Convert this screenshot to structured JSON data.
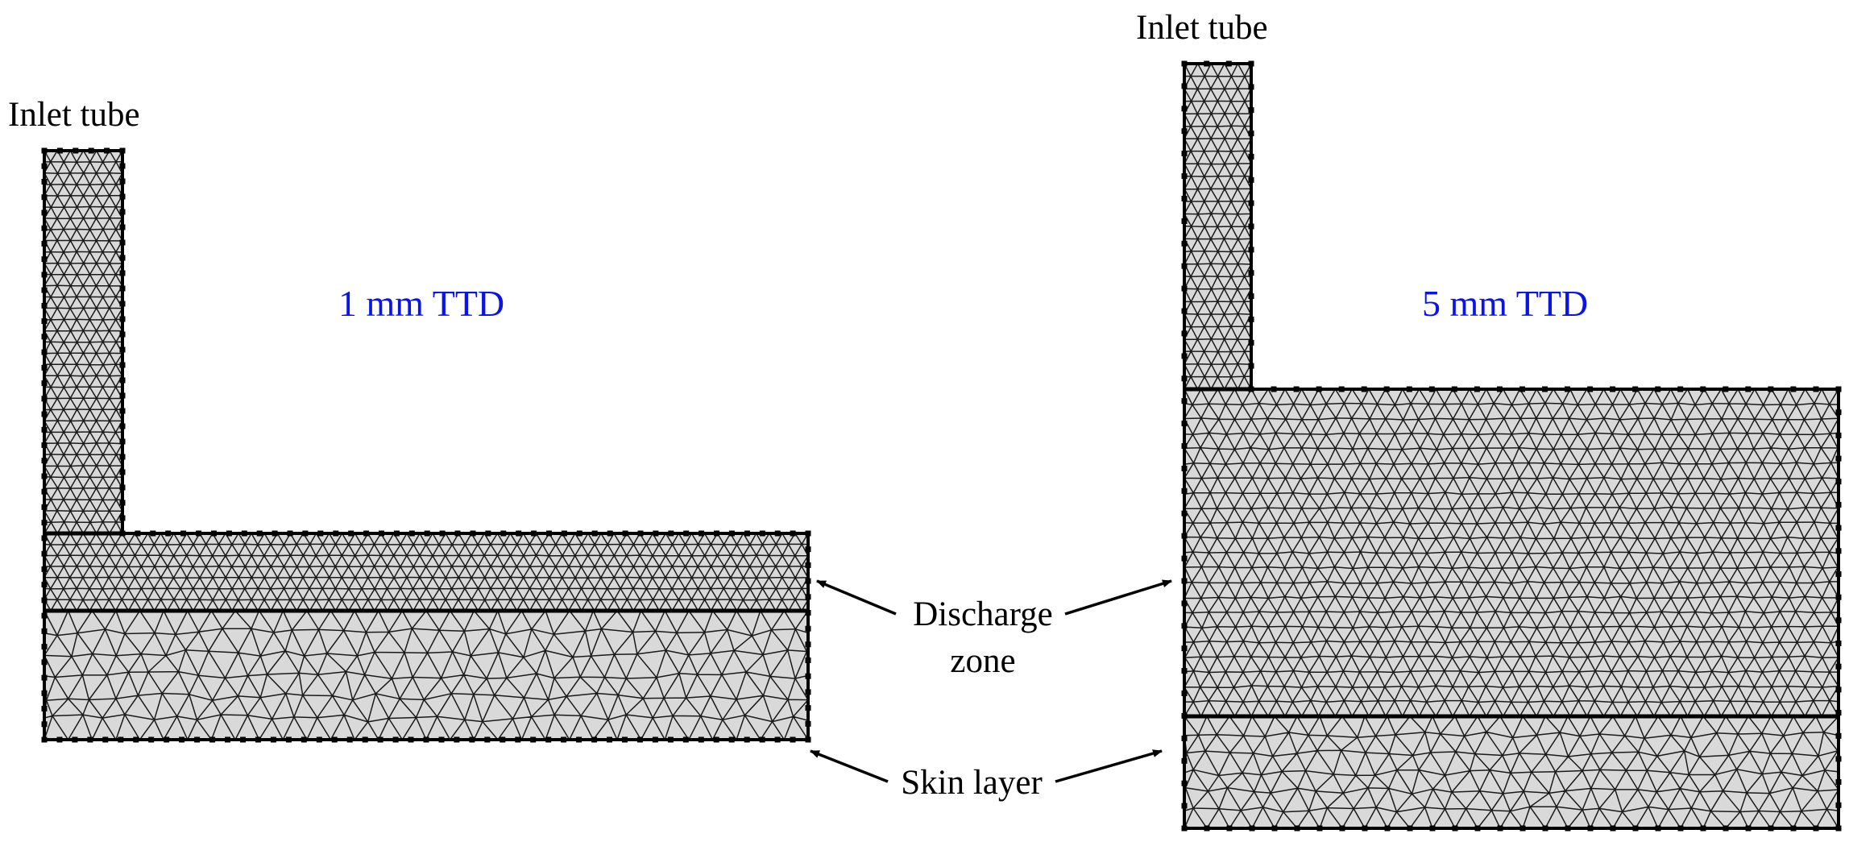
{
  "labels": {
    "inlet_left": "Inlet tube",
    "inlet_right": "Inlet tube",
    "ttd_left": "1 mm TTD",
    "ttd_right": "5 mm TTD",
    "discharge_line1": "Discharge",
    "discharge_line2": "zone",
    "skin_layer": "Skin layer"
  },
  "colors": {
    "ttd_text": "#0a14e6",
    "mesh_fill": "#d9d9d9",
    "mesh_line": "#1a1a1a"
  }
}
